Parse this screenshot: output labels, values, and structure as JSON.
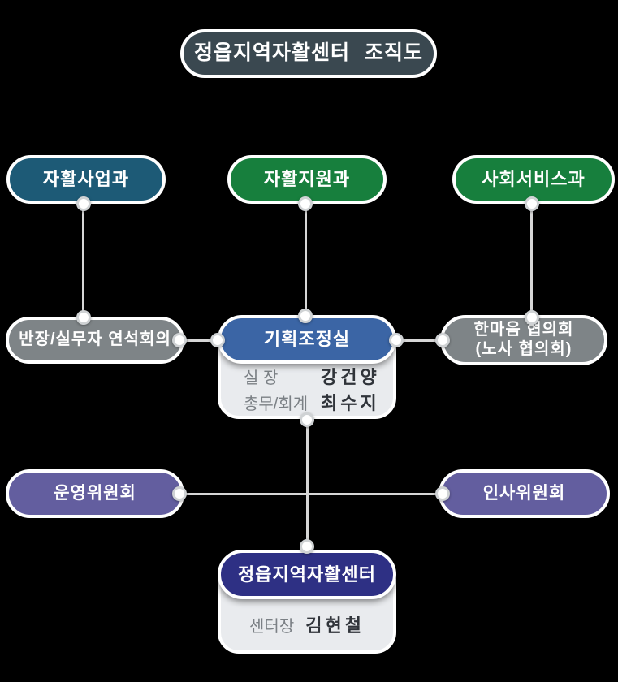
{
  "page": {
    "background": "#000000"
  },
  "title": {
    "text": "정읍지역자활센터 조직도",
    "color": "#3a4850"
  },
  "org": {
    "departments": [
      {
        "id": "jahwal-saeop",
        "label": "자활사업과",
        "color": "#1d5a76"
      },
      {
        "id": "jahwal-jiwon",
        "label": "자활지원과",
        "color": "#177f3d"
      },
      {
        "id": "sahoe-service",
        "label": "사회서비스과",
        "color": "#177f3d"
      }
    ],
    "councils": [
      {
        "id": "banjang-council",
        "label": "반장/실무자 연석회의",
        "color": "#7e8487"
      },
      {
        "id": "hanmaeum-council",
        "line1": "한마음 협의회",
        "line2": "(노사 협의회)",
        "color": "#7e8487"
      }
    ],
    "planning": {
      "label": "기획조정실",
      "color": "#3b65a5",
      "staff": [
        {
          "role": "실 장",
          "name": "강건양"
        },
        {
          "role": "총무/회계",
          "name": "최수지"
        }
      ]
    },
    "committees": [
      {
        "id": "unyeong-committee",
        "label": "운영위원회",
        "color": "#635e9f"
      },
      {
        "id": "insa-committee",
        "label": "인사위원회",
        "color": "#635e9f"
      }
    ],
    "center": {
      "label": "정읍지역자활센터",
      "color": "#2e3084",
      "staff": [
        {
          "role": "센터장",
          "name": "김현철"
        }
      ]
    }
  },
  "connector": {
    "line_color": "#d6d6d6",
    "dot_ring_color": "#cfd2d4",
    "infobox_color": "#e9ebee"
  }
}
